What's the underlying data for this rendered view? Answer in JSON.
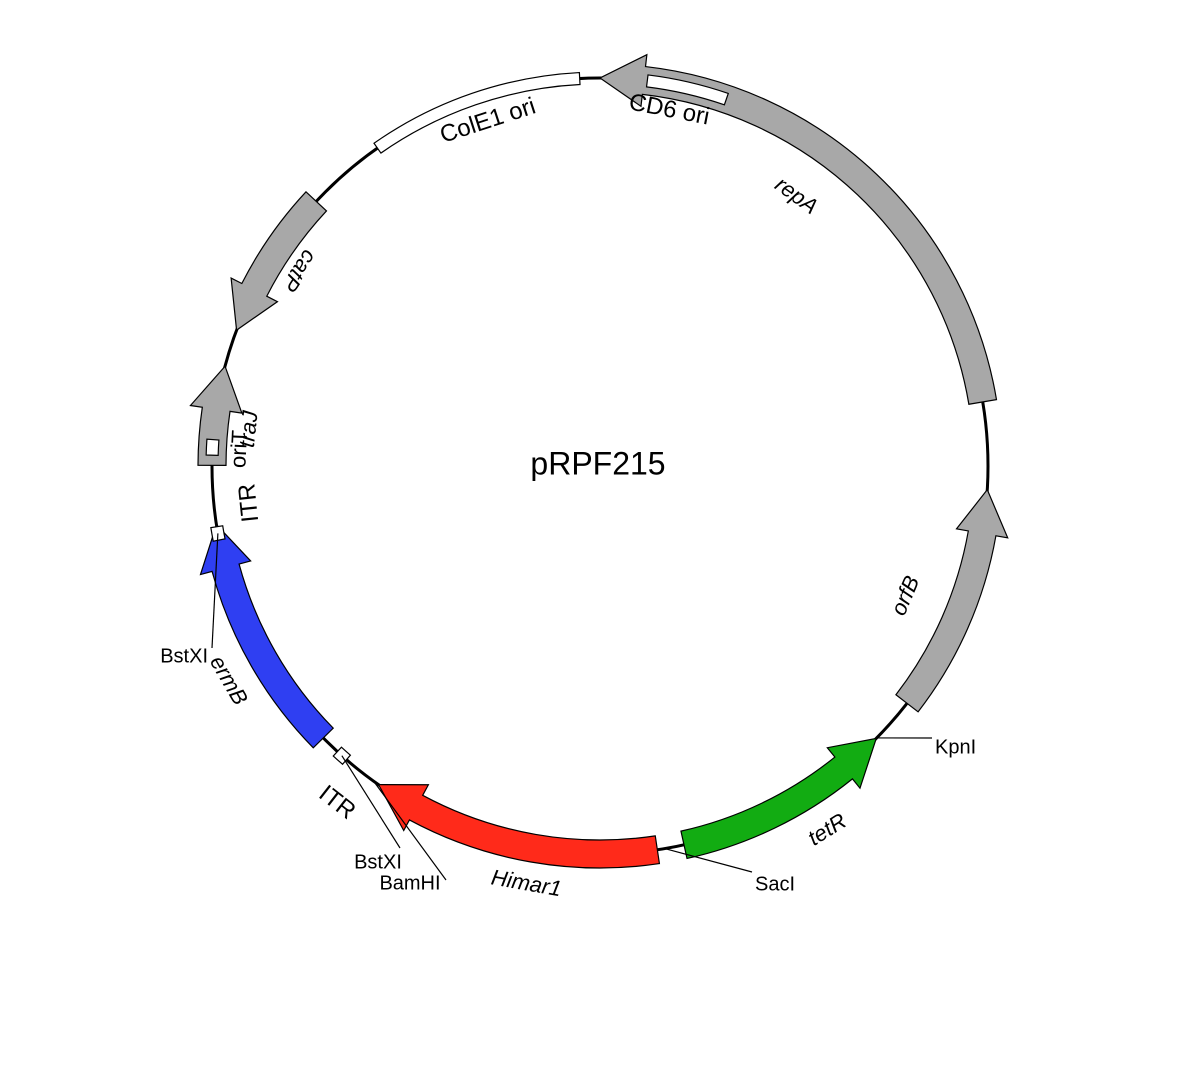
{
  "plasmid_name": "pRPF215",
  "colors": {
    "gray": "#a8a8a8",
    "red": "#ff2a1a",
    "blue": "#2f3ff2",
    "green": "#12ac12",
    "box": "#ffffff",
    "backbone": "#000000"
  },
  "features": [
    {
      "id": "repa",
      "label": "repA",
      "italic": true,
      "type": "arrow",
      "color": "gray",
      "from": 80.5,
      "to": 0,
      "labelAngle": 36
    },
    {
      "id": "orfb",
      "label": "orfB",
      "italic": true,
      "type": "arrow",
      "color": "gray",
      "from": 127.7,
      "to": 93.5,
      "labelAngle": 113
    },
    {
      "id": "tetr",
      "label": "tetR",
      "italic": true,
      "type": "arrow",
      "color": "green",
      "from": 167.5,
      "to": 134.6,
      "labelAngle": 148
    },
    {
      "id": "himar1",
      "label": "Himar1",
      "italic": true,
      "type": "arrow",
      "color": "red",
      "from": 171.5,
      "to": 214.8,
      "labelAngle": 190
    },
    {
      "id": "ermb",
      "label": "ermB",
      "italic": true,
      "type": "arrow",
      "color": "blue",
      "from": 225.5,
      "to": 261.3,
      "labelAngle": 240
    },
    {
      "id": "traj",
      "label": "traJ",
      "italic": true,
      "type": "arrow",
      "color": "gray",
      "from": 270.1,
      "to": 284.9,
      "labelAngle": 276
    },
    {
      "id": "catp",
      "label": "catP",
      "italic": true,
      "type": "arrow",
      "color": "gray",
      "from": 313,
      "to": 290.5,
      "labelAngle": 303
    },
    {
      "id": "cole1",
      "label": "ColE1 ori",
      "italic": false,
      "type": "box",
      "color": "box",
      "from": 325,
      "to": 357,
      "labelAngle": 342
    },
    {
      "id": "cd6",
      "label": "CD6 ori",
      "italic": false,
      "type": "box",
      "color": "box",
      "from": 7,
      "to": 19,
      "labelAngle": 11
    },
    {
      "id": "orit",
      "label": "oriT",
      "italic": false,
      "type": "box",
      "color": "box",
      "from": 271.6,
      "to": 273.9,
      "labelAngle": 272.7
    },
    {
      "id": "itr1",
      "label": "ITR",
      "italic": false,
      "type": "box",
      "color": "box",
      "from": 259,
      "to": 261,
      "labelAngle": 264
    },
    {
      "id": "itr2",
      "label": "ITR",
      "italic": false,
      "type": "box",
      "color": "box",
      "from": 220.8,
      "to": 222.6,
      "labelAngle": 218
    }
  ],
  "sites": [
    {
      "id": "bstxi-1",
      "label": "BstXI",
      "angle": 260
    },
    {
      "id": "bstxi-2",
      "label": "BstXI",
      "angle": 221.7
    },
    {
      "id": "bamhi",
      "label": "BamHI",
      "angle": 215.7
    },
    {
      "id": "saci",
      "label": "SacI",
      "angle": 170.4
    },
    {
      "id": "kpni",
      "label": "KpnI",
      "angle": 134.5
    }
  ]
}
